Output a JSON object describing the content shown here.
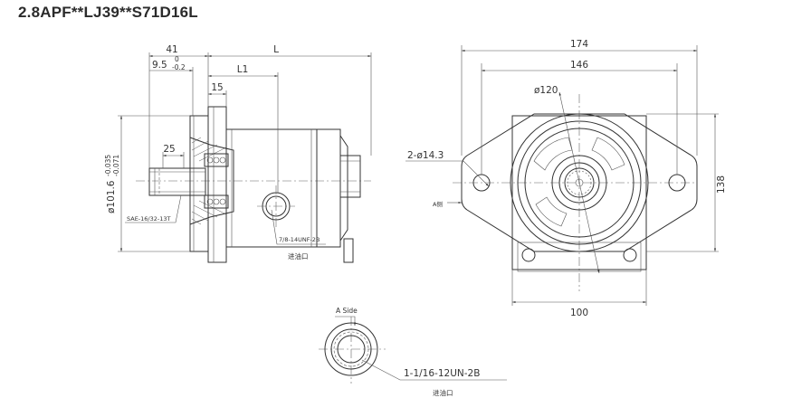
{
  "title": "2.8APF**LJ39**S71D16L",
  "side_view": {
    "dim_41": "41",
    "dim_L": "L",
    "dim_9_5": "9.5",
    "dim_9_5_upper": "0",
    "dim_9_5_lower": "-0.2",
    "dim_L1": "L1",
    "dim_15": "15",
    "dim_25": "25",
    "dim_101_6": "ø101.6",
    "dim_101_6_upper": "-0.035",
    "dim_101_6_lower": "-0.071",
    "spline_label": "SAE-16/32-13T",
    "port_thread": "7/8-14UNF-2B",
    "port_label": "进油口"
  },
  "front_view": {
    "dim_174": "174",
    "dim_146": "146",
    "dim_120": "ø120",
    "dim_hole": "2-ø14.3",
    "dim_138": "138",
    "dim_100": "100",
    "direction_label": "A侧"
  },
  "a_side_view": {
    "label": "A Side",
    "thread": "1-1/16-12UN-2B",
    "port_label": "进油口"
  }
}
